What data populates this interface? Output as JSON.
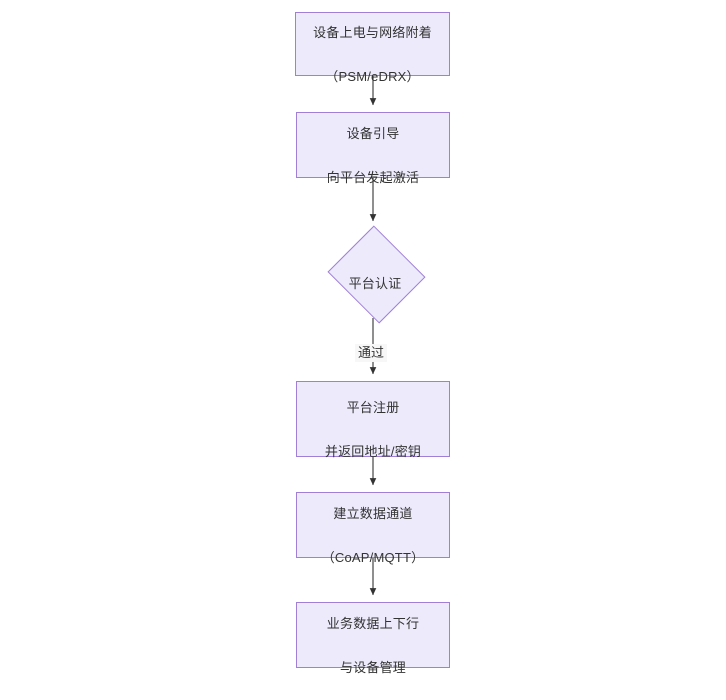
{
  "diagram": {
    "type": "flowchart",
    "orientation": "top-to-bottom",
    "background_color": "#FFFFFF",
    "node_fill_color": "#ECEAFB",
    "node_border_color": "#9F7FD8",
    "text_color": "#333333",
    "connector_color": "#333333",
    "nodes": [
      {
        "id": "n1",
        "shape": "rectangle",
        "text": "设备上电与网络附着\n（PSM/eDRX）",
        "line1": "设备上电与网络附着",
        "line2": "（PSM/eDRX）"
      },
      {
        "id": "n2",
        "shape": "rectangle",
        "text": "设备引导\n向平台发起激活",
        "line1": "设备引导",
        "line2": "向平台发起激活"
      },
      {
        "id": "n3",
        "shape": "diamond",
        "text": "平台认证",
        "line1": "平台认证",
        "line2": ""
      },
      {
        "id": "n4",
        "shape": "rectangle",
        "text": "平台注册\n并返回地址/密钥",
        "line1": "平台注册",
        "line2": "并返回地址/密钥"
      },
      {
        "id": "n5",
        "shape": "rectangle",
        "text": "建立数据通道\n（CoAP/MQTT）",
        "line1": "建立数据通道",
        "line2": "（CoAP/MQTT）"
      },
      {
        "id": "n6",
        "shape": "rectangle",
        "text": "业务数据上下行\n与设备管理",
        "line1": "业务数据上下行",
        "line2": "与设备管理"
      }
    ],
    "edges": [
      {
        "from": "n1",
        "to": "n2",
        "label": ""
      },
      {
        "from": "n2",
        "to": "n3",
        "label": ""
      },
      {
        "from": "n3",
        "to": "n4",
        "label": "通过"
      },
      {
        "from": "n4",
        "to": "n5",
        "label": ""
      },
      {
        "from": "n5",
        "to": "n6",
        "label": ""
      }
    ],
    "edge_labels": {
      "n3_n4": "通过"
    }
  }
}
